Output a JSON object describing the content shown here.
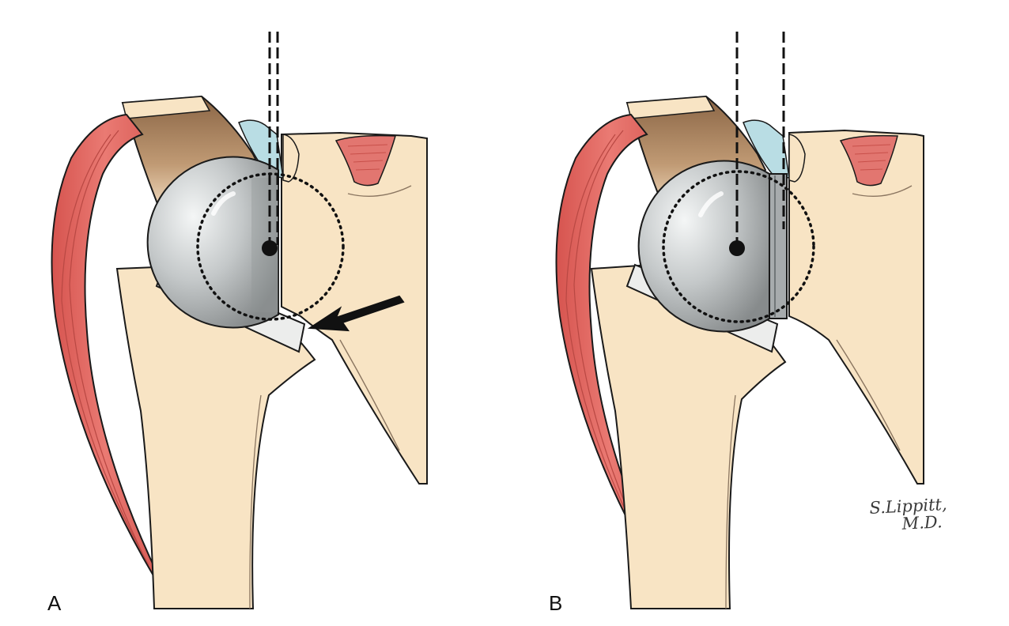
{
  "panels": [
    {
      "id": "A",
      "label": "A"
    },
    {
      "id": "B",
      "label": "B"
    }
  ],
  "signature": {
    "line1": "S.Lippitt,",
    "line2": "M.D."
  },
  "colors": {
    "bone": "#f8e4c4",
    "muscle": "#e46f68",
    "acromion_shade": "#9b7552",
    "implant_light": "#dfe3e4",
    "implant_dark": "#8f9496",
    "tendon": "#b9dde4",
    "glenoid_component": "#ecedec",
    "outline": "#1a1a1a"
  }
}
